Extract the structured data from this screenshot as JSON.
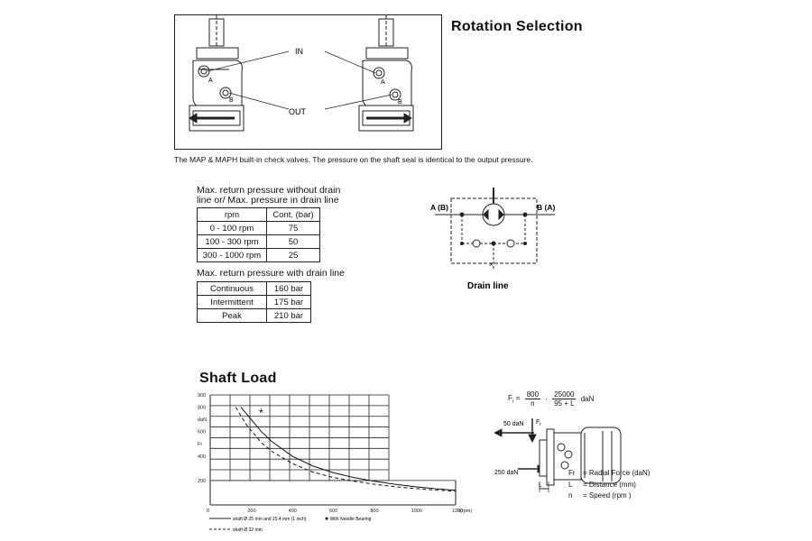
{
  "rotation": {
    "title": "Rotation Selection",
    "in_label": "IN",
    "out_label": "OUT",
    "port_a": "A",
    "port_b": "B",
    "caption": "The MAP & MAPH built-in check valves. The pressure on the shaft seal is identical to the output pressure."
  },
  "return_pressure": {
    "title_line1": "Max. return pressure without drain",
    "title_line2": "line or/ Max. pressure in drain line",
    "header": [
      "rpm",
      "Cont. (bar)"
    ],
    "rows": [
      {
        "range": "0 - 100   rpm",
        "value": "75"
      },
      {
        "range": "100 - 300  rpm",
        "value": "50"
      },
      {
        "range": "300 - 1000 rpm",
        "value": "25"
      }
    ],
    "drain_title": "Max. return pressure with drain line",
    "drain_rows": [
      {
        "mode": "Continuous",
        "value": "160 bar"
      },
      {
        "mode": "Intermittent",
        "value": "175 bar"
      },
      {
        "mode": "Peak",
        "value": "210 bar"
      }
    ]
  },
  "hydraulic": {
    "port_left": "A (B)",
    "port_right": "B (A)",
    "drain_label": "Drain line"
  },
  "shaft_load": {
    "title": "Shaft Load",
    "star_mark": "*",
    "legend_solid": "shaft Ø 25 mm and 25.4 mm (1 inch)",
    "legend_needle": "✱ With Needle Bearing",
    "legend_dashed": "shaft Ø 32 mm",
    "formula": {
      "lhs": "F",
      "lhs_sub": "r",
      "eq": "=",
      "frac1_num": "800",
      "frac1_den": "n",
      "dot": "·",
      "frac2_num": "25000",
      "frac2_den": "95 + L",
      "unit": "daN"
    },
    "diagram_labels": {
      "force_top": "50 daN",
      "force_bottom": "250 daN",
      "fr": "F",
      "fr_sub": "r",
      "length": "L"
    },
    "definitions": [
      {
        "sym": "Fr",
        "desc": "= Radial  Force (daN)"
      },
      {
        "sym": "L",
        "desc": "= Distance (mm)"
      },
      {
        "sym": "n",
        "desc": "= Speed (rpm )"
      }
    ]
  },
  "chart_data": {
    "type": "line",
    "title": "Shaft Load",
    "xlabel": "n(rpm)",
    "ylabel": "Fr daN",
    "xlim": [
      0,
      1200
    ],
    "ylim": [
      0,
      900
    ],
    "x_ticks": [
      "0",
      "200",
      "400",
      "600",
      "800",
      "1000",
      "1200"
    ],
    "y_ticks": [
      "200",
      "400",
      "Fr",
      "600",
      "daN",
      "800",
      "900"
    ],
    "grid": true,
    "series": [
      {
        "name": "shaft Ø 25 mm and 25.4 mm (1 inch)",
        "style": "solid",
        "x": [
          150,
          200,
          250,
          300,
          400,
          500,
          600,
          700,
          800,
          900,
          1000,
          1100,
          1200
        ],
        "y": [
          800,
          700,
          600,
          520,
          400,
          320,
          265,
          225,
          195,
          170,
          150,
          133,
          120
        ]
      },
      {
        "name": "shaft Ø 32 mm",
        "style": "dashed",
        "x": [
          125,
          175,
          250,
          300,
          400,
          500,
          600,
          700,
          800,
          900,
          1000,
          1100,
          1200
        ],
        "y": [
          800,
          660,
          510,
          440,
          340,
          270,
          225,
          195,
          170,
          150,
          135,
          122,
          112
        ]
      }
    ]
  }
}
